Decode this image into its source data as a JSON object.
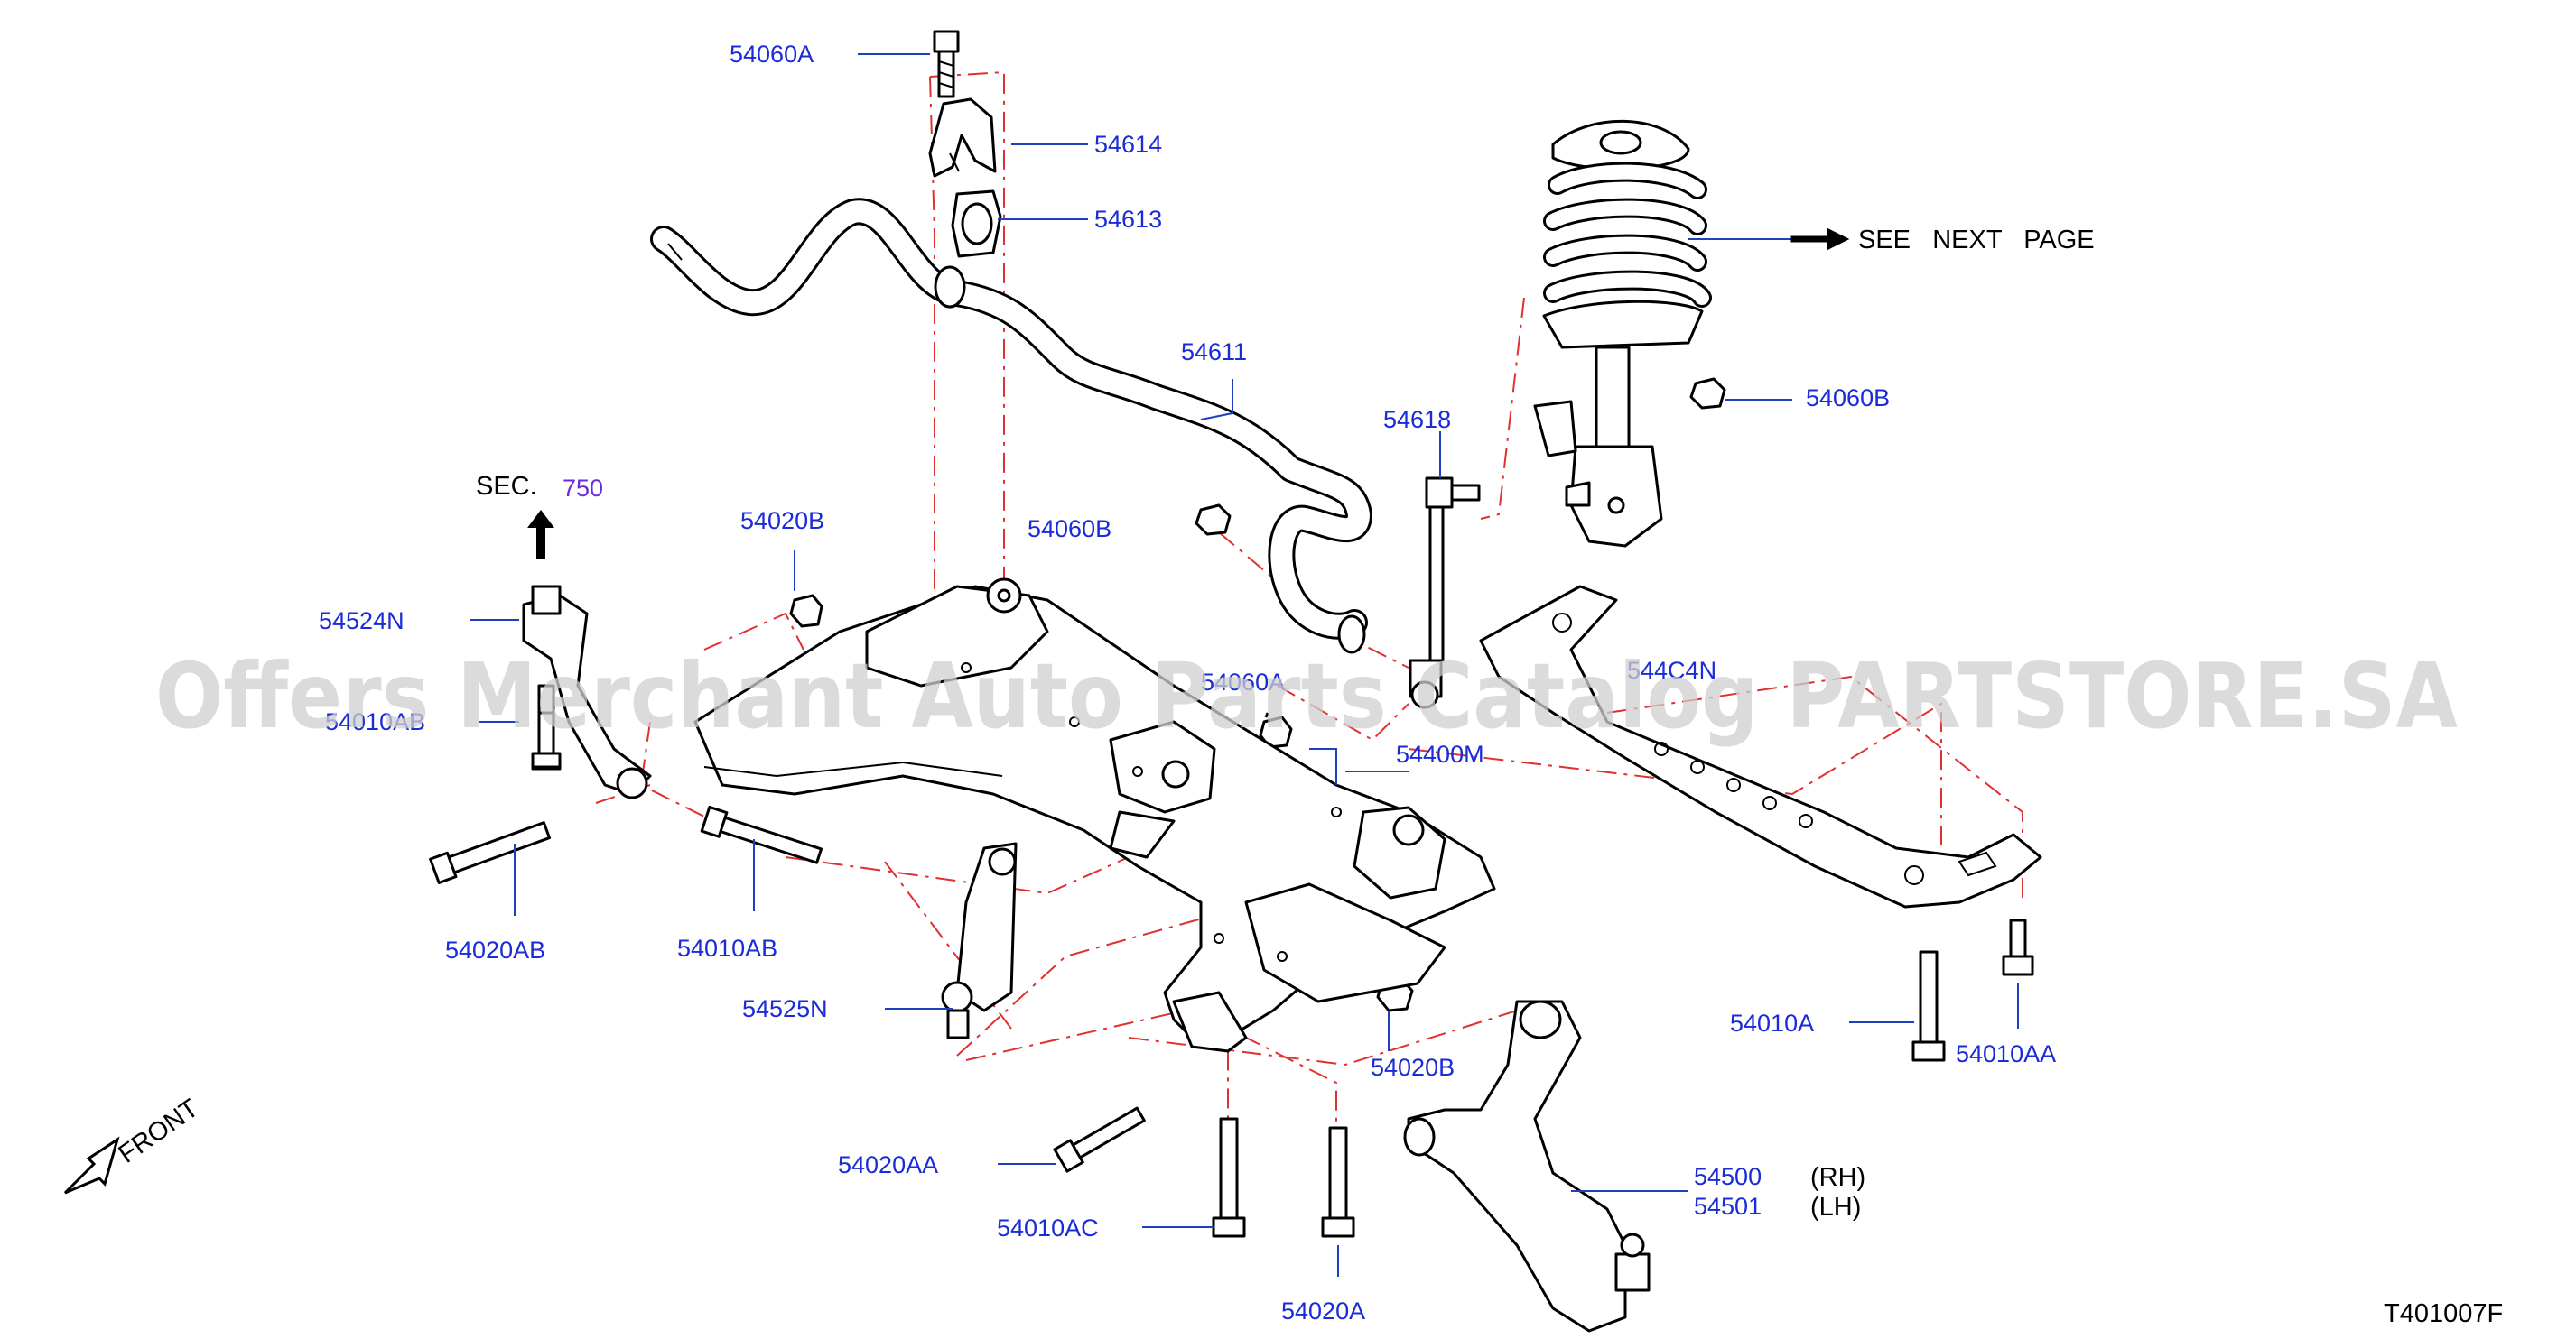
{
  "colors": {
    "label": "#1a2bd8",
    "leader": "#1f3fbf",
    "reference": "#e03030",
    "sec_link": "#6a2be0",
    "ink": "#000000",
    "watermark": "#cfcfcf"
  },
  "labels": {
    "l54060A_top": "54060A",
    "l54614": "54614",
    "l54613": "54613",
    "l54611": "54611",
    "l54618": "54618",
    "l54060B_strut": "54060B",
    "l54060B_mid": "54060B",
    "l54020B_top": "54020B",
    "l54524N": "54524N",
    "l54010AB_left": "54010AB",
    "l54060A_mid": "54060A",
    "l544C4N": "544C4N",
    "l54400M": "54400M",
    "l54020AB": "54020AB",
    "l54010AB": "54010AB",
    "l54525N": "54525N",
    "l54020B_low": "54020B",
    "l54010A": "54010A",
    "l54010AA": "54010AA",
    "l54020AA": "54020AA",
    "l54010AC": "54010AC",
    "l54020A": "54020A",
    "l54500": "54500",
    "l54501": "54501"
  },
  "side_labels": {
    "rh": "(RH)",
    "lh": "(LH)"
  },
  "see_next_page": "SEE   NEXT   PAGE",
  "sec_prefix": "SEC.",
  "sec_number": "750",
  "front": "FRONT",
  "diagram_id": "T401007F",
  "watermark": "Offers Merchant Auto Parts Catalog PARTSTORE.SA",
  "icons": [
    "arrow-right-icon",
    "arrow-up-icon",
    "front-arrow-icon"
  ]
}
